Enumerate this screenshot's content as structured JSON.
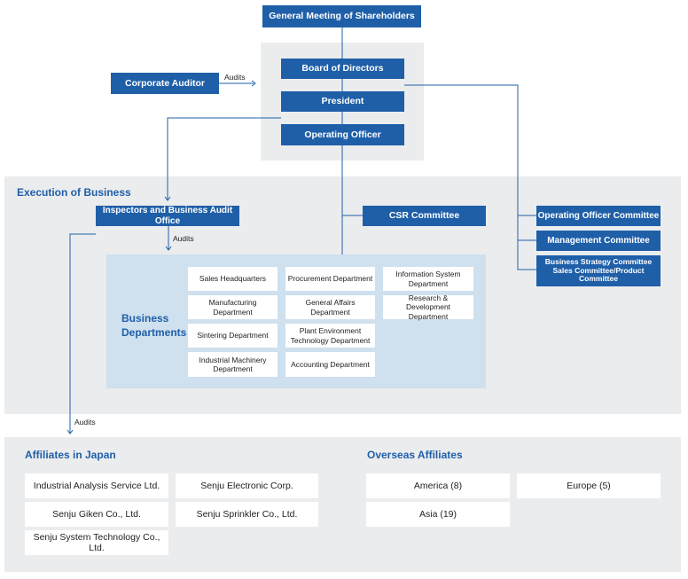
{
  "top": {
    "shareholders": "General Meeting of Shareholders",
    "board": "Board of Directors",
    "president": "President",
    "operating_officer": "Operating Officer",
    "corporate_auditor": "Corporate Auditor",
    "audits_label": "Audits"
  },
  "execution": {
    "title": "Execution of Business",
    "inspectors": "Inspectors and Business Audit Office",
    "csr": "CSR Committee",
    "audits_label": "Audits",
    "committees": {
      "operating_officer_committee": "Operating Officer Committee",
      "management_committee": "Management Committee",
      "strategy_line1": "Business Strategy Committee",
      "strategy_line2": "Sales Committee/Product Committee"
    },
    "business_departments": {
      "title_line1": "Business",
      "title_line2": "Departments",
      "items": [
        "Sales Headquarters",
        "Procurement Department",
        "Information System Department",
        "Manufacturing Department",
        "General Affairs Department",
        "Research & Development Department",
        "Sintering Department",
        "Plant Environment Technology Department",
        "Industrial Machinery Department",
        "Accounting Department"
      ]
    }
  },
  "affiliates": {
    "audits_label": "Audits",
    "japan_title": "Affiliates in Japan",
    "japan": [
      "Industrial Analysis Service Ltd.",
      "Senju Electronic Corp.",
      "Senju Giken Co., Ltd.",
      "Senju Sprinkler Co., Ltd.",
      "Senju System Technology Co., Ltd."
    ],
    "overseas_title": "Overseas Affiliates",
    "overseas": [
      "America (8)",
      "Europe (5)",
      "Asia (19)"
    ]
  },
  "colors": {
    "accent": "#1f5fa8",
    "panel_grey": "#ebecee",
    "panel_blue": "#cfe0ee"
  }
}
